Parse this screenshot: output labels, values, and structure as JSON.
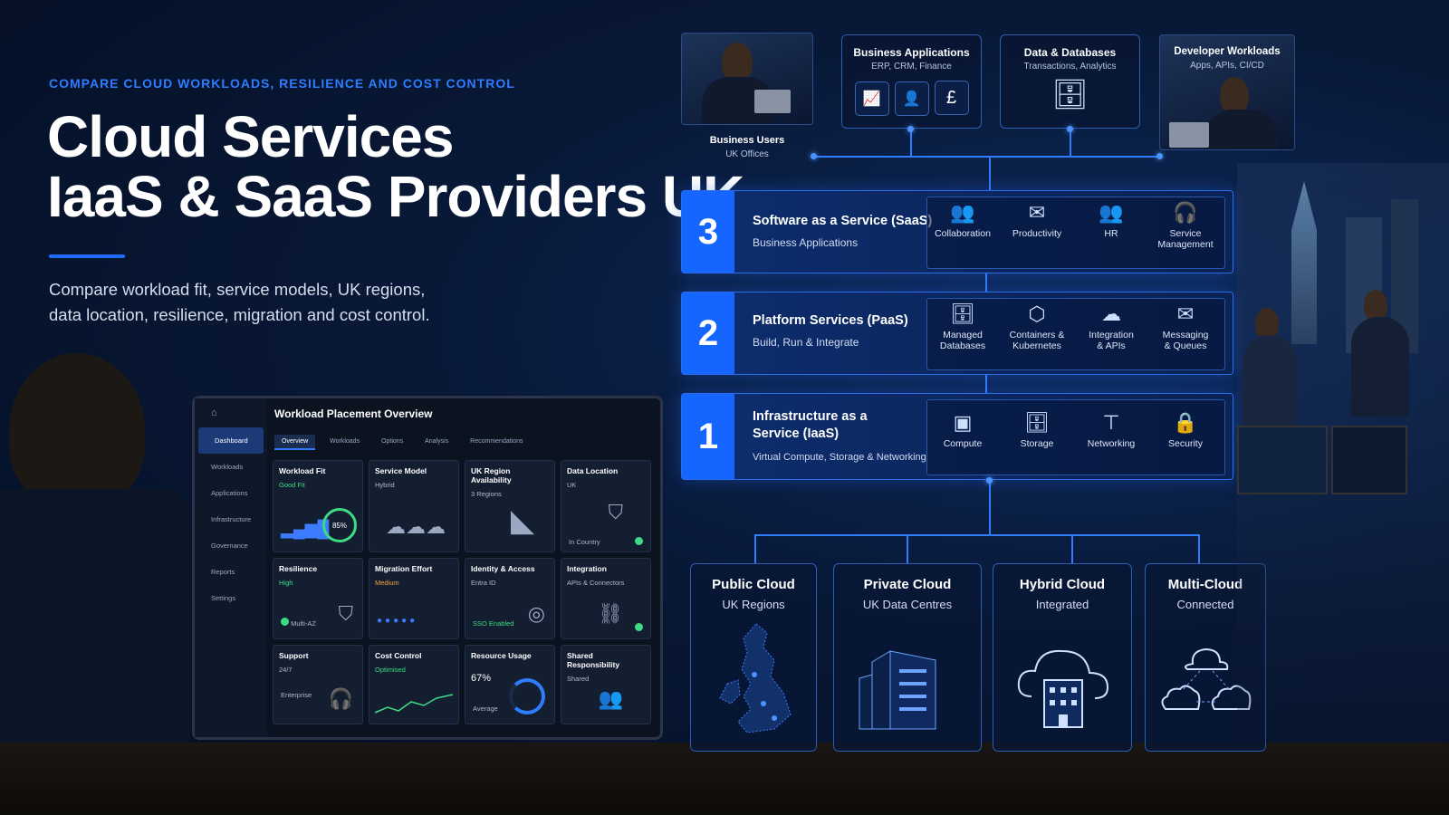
{
  "hero": {
    "eyebrow": "COMPARE CLOUD WORKLOADS, RESILIENCE AND COST CONTROL",
    "title_line1": "Cloud Services",
    "title_line2": "IaaS & SaaS Providers UK",
    "subtitle_line1": "Compare workload fit, service models, UK regions,",
    "subtitle_line2": "data location, resilience, migration and cost control."
  },
  "top": {
    "business_users": {
      "title": "Business Users",
      "sub": "UK Offices"
    },
    "business_apps": {
      "title": "Business Applications",
      "sub": "ERP, CRM, Finance",
      "icons": [
        "chart-icon",
        "user-icon",
        "pound-icon"
      ]
    },
    "data": {
      "title": "Data & Databases",
      "sub": "Transactions, Analytics"
    },
    "developer": {
      "title": "Developer Workloads",
      "sub": "Apps, APIs, CI/CD"
    }
  },
  "layers": [
    {
      "num": "3",
      "title": "Software as a Service (SaaS)",
      "sub": "Business Applications",
      "services": [
        {
          "l1": "Collaboration",
          "l2": ""
        },
        {
          "l1": "Productivity",
          "l2": ""
        },
        {
          "l1": "HR",
          "l2": ""
        },
        {
          "l1": "Service",
          "l2": "Management"
        }
      ]
    },
    {
      "num": "2",
      "title": "Platform Services (PaaS)",
      "sub": "Build, Run & Integrate",
      "services": [
        {
          "l1": "Managed",
          "l2": "Databases"
        },
        {
          "l1": "Containers &",
          "l2": "Kubernetes"
        },
        {
          "l1": "Integration",
          "l2": "& APIs"
        },
        {
          "l1": "Messaging",
          "l2": "& Queues"
        }
      ]
    },
    {
      "num": "1",
      "title_l1": "Infrastructure as a",
      "title_l2": "Service (IaaS)",
      "sub": "Virtual Compute, Storage & Networking",
      "services": [
        {
          "l1": "Compute",
          "l2": ""
        },
        {
          "l1": "Storage",
          "l2": ""
        },
        {
          "l1": "Networking",
          "l2": ""
        },
        {
          "l1": "Security",
          "l2": ""
        }
      ]
    }
  ],
  "deploy": [
    {
      "title": "Public Cloud",
      "sub": "UK Regions"
    },
    {
      "title": "Private Cloud",
      "sub": "UK Data Centres"
    },
    {
      "title": "Hybrid Cloud",
      "sub": "Integrated"
    },
    {
      "title": "Multi-Cloud",
      "sub": "Connected"
    }
  ],
  "dashboard": {
    "title": "Workload Placement Overview",
    "nav": [
      "Dashboard",
      "Workloads",
      "Applications",
      "Infrastructure",
      "Governance",
      "Reports",
      "Settings"
    ],
    "tabs": [
      "Overview",
      "Workloads",
      "Options",
      "Analysis",
      "Recommendations"
    ],
    "tiles": [
      {
        "t": "Workload Fit",
        "v": "Good Fit",
        "x": "85%"
      },
      {
        "t": "Service Model",
        "v": "Hybrid"
      },
      {
        "t": "UK Region Availability",
        "v": "3 Regions"
      },
      {
        "t": "Data Location",
        "v": "UK",
        "x": "In Country"
      },
      {
        "t": "Resilience",
        "v": "High",
        "x": "Multi-AZ"
      },
      {
        "t": "Migration Effort",
        "v": "Medium"
      },
      {
        "t": "Identity & Access",
        "v": "Entra ID",
        "x": "SSO Enabled"
      },
      {
        "t": "Integration",
        "v": "APIs & Connectors"
      },
      {
        "t": "Support",
        "v": "24/7",
        "x": "Enterprise"
      },
      {
        "t": "Cost Control",
        "v": "Optimised"
      },
      {
        "t": "Resource Usage",
        "v": "67%",
        "x": "Average"
      },
      {
        "t": "Shared Responsibility",
        "v": "Shared"
      }
    ]
  },
  "icons": {
    "collaboration": "👥",
    "productivity": "✉",
    "hr": "👥",
    "service": "🎧",
    "db": "🗄",
    "containers": "⬡",
    "integration": "☁",
    "messaging": "✉",
    "compute": "▣",
    "storage": "🗄",
    "network": "⊤",
    "security": "🔒"
  }
}
